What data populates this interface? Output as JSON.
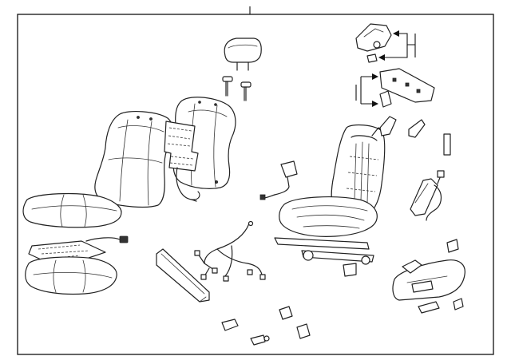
{
  "diagram": {
    "parts": [
      {
        "id": "headrest",
        "icon": "headrest-icon"
      },
      {
        "id": "headrest-guides",
        "icon": "headrest-guide-icon"
      },
      {
        "id": "seatback-cover",
        "icon": "seatback-cover-icon"
      },
      {
        "id": "seatback-pad",
        "icon": "seatback-pad-icon"
      },
      {
        "id": "seatback-heater",
        "icon": "heater-element-icon"
      },
      {
        "id": "cushion-cover",
        "icon": "cushion-cover-icon"
      },
      {
        "id": "cushion-heater",
        "icon": "heater-element-icon"
      },
      {
        "id": "cushion-pad",
        "icon": "cushion-pad-icon"
      },
      {
        "id": "seat-frame",
        "icon": "seat-frame-icon"
      },
      {
        "id": "seatbelt-buckle",
        "icon": "buckle-icon"
      },
      {
        "id": "wiring-harness",
        "icon": "wire-harness-icon"
      },
      {
        "id": "side-trim-inner",
        "icon": "side-trim-icon"
      },
      {
        "id": "side-shield",
        "icon": "side-shield-icon"
      },
      {
        "id": "recliner-cover",
        "icon": "recliner-cover-icon"
      },
      {
        "id": "switch-assembly",
        "icon": "switch-icon"
      },
      {
        "id": "lumbar-module",
        "icon": "lumbar-icon"
      },
      {
        "id": "airbag-module",
        "icon": "airbag-icon"
      },
      {
        "id": "small-clips",
        "icon": "clip-icon"
      }
    ]
  }
}
